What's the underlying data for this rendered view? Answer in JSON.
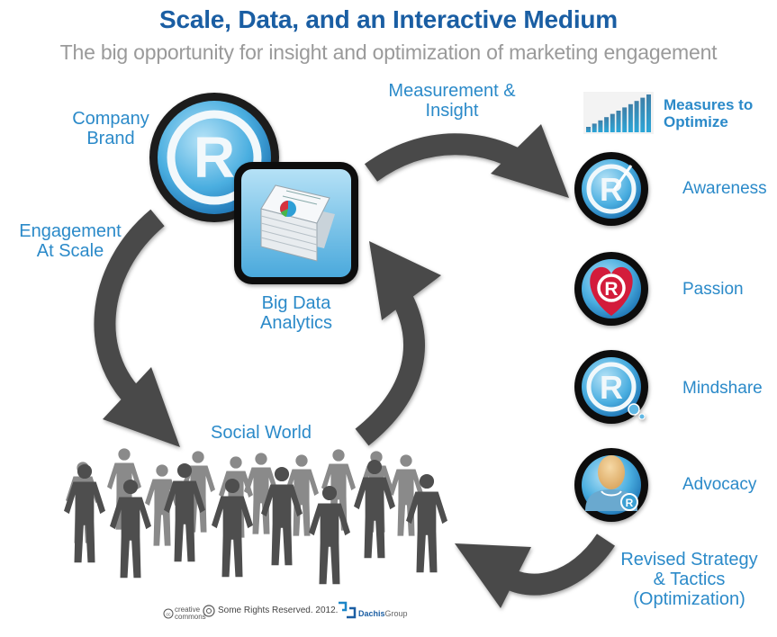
{
  "header": {
    "title": "Scale, Data, and an Interactive Medium",
    "subtitle": "The big opportunity for insight and optimization of marketing engagement"
  },
  "labels": {
    "company_brand": [
      "Company",
      "Brand"
    ],
    "engagement_at_scale": [
      "Engagement",
      "At Scale"
    ],
    "big_data_analytics": [
      "Big Data",
      "Analytics"
    ],
    "measurement_insight": [
      "Measurement &",
      "Insight"
    ],
    "social_world": "Social World",
    "revised_strategy": [
      "Revised Strategy",
      "& Tactics",
      "(Optimization)"
    ]
  },
  "measures": {
    "heading": [
      "Measures to",
      "Optimize"
    ],
    "items": [
      {
        "label": "Awareness",
        "icon": "registered-awareness-icon"
      },
      {
        "label": "Passion",
        "icon": "registered-heart-icon"
      },
      {
        "label": "Mindshare",
        "icon": "registered-mindshare-icon"
      },
      {
        "label": "Advocacy",
        "icon": "person-registered-icon"
      }
    ]
  },
  "footer": {
    "cc_line1": "creative",
    "cc_line2": "commons",
    "rights": "Some Rights Reserved. 2012.",
    "brand_bold": "Dachis",
    "brand_light": "Group"
  },
  "colors": {
    "title": "#1a5ea3",
    "subtitle": "#9a9a9a",
    "label": "#2b8ac9",
    "arrow": "#4a4a4a",
    "icon_blue": "#3a9fd3",
    "heart_red": "#d31f3a"
  }
}
